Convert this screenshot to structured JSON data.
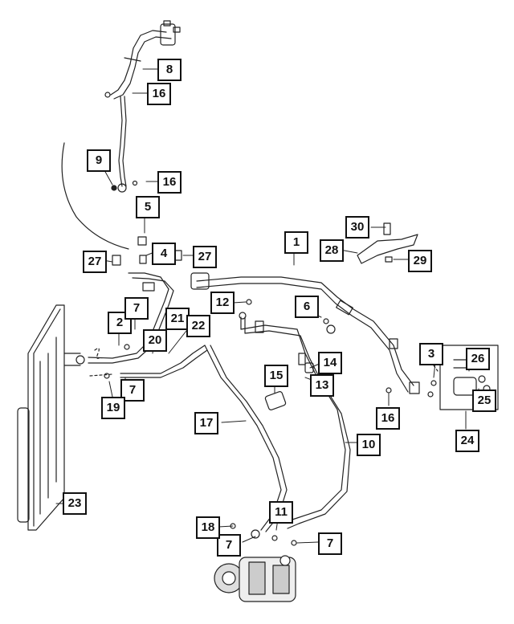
{
  "diagram": {
    "callouts": [
      {
        "id": "c1",
        "label": "1"
      },
      {
        "id": "c2",
        "label": "2"
      },
      {
        "id": "c3",
        "label": "3"
      },
      {
        "id": "c4",
        "label": "4"
      },
      {
        "id": "c5",
        "label": "5"
      },
      {
        "id": "c6",
        "label": "6"
      },
      {
        "id": "c7a",
        "label": "7"
      },
      {
        "id": "c7b",
        "label": "7"
      },
      {
        "id": "c7c",
        "label": "7"
      },
      {
        "id": "c7d",
        "label": "7"
      },
      {
        "id": "c8",
        "label": "8"
      },
      {
        "id": "c9",
        "label": "9"
      },
      {
        "id": "c10",
        "label": "10"
      },
      {
        "id": "c11",
        "label": "11"
      },
      {
        "id": "c12",
        "label": "12"
      },
      {
        "id": "c13",
        "label": "13"
      },
      {
        "id": "c14",
        "label": "14"
      },
      {
        "id": "c15",
        "label": "15"
      },
      {
        "id": "c16a",
        "label": "16"
      },
      {
        "id": "c16b",
        "label": "16"
      },
      {
        "id": "c16c",
        "label": "16"
      },
      {
        "id": "c17",
        "label": "17"
      },
      {
        "id": "c18",
        "label": "18"
      },
      {
        "id": "c19",
        "label": "19"
      },
      {
        "id": "c20",
        "label": "20"
      },
      {
        "id": "c21",
        "label": "21"
      },
      {
        "id": "c22",
        "label": "22"
      },
      {
        "id": "c23",
        "label": "23"
      },
      {
        "id": "c24",
        "label": "24"
      },
      {
        "id": "c25",
        "label": "25"
      },
      {
        "id": "c26",
        "label": "26"
      },
      {
        "id": "c27a",
        "label": "27"
      },
      {
        "id": "c27b",
        "label": "27"
      },
      {
        "id": "c28",
        "label": "28"
      },
      {
        "id": "c29",
        "label": "29"
      },
      {
        "id": "c30",
        "label": "30"
      }
    ]
  }
}
